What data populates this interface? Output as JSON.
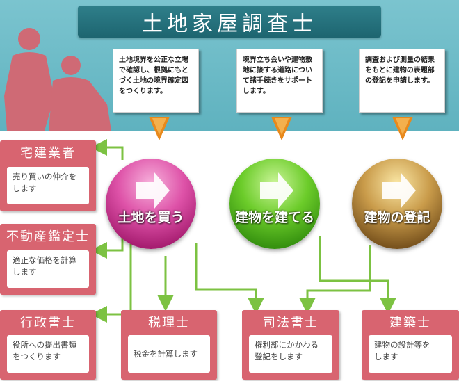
{
  "title": "土地家屋調査士",
  "notes": [
    {
      "lines": [
        "土地境界を公正な立場",
        "で確認し、根拠にもと",
        "づく土地の境界確定図",
        "をつくります。"
      ]
    },
    {
      "lines": [
        "境界立ち会いや建物敷",
        "地に接する道路につい",
        "て諸手続きをサポート",
        "します。"
      ]
    },
    {
      "lines": [
        "調査および測量の結果",
        "をもとに建物の表題部",
        "の登記を申請します。"
      ]
    }
  ],
  "orbs": [
    {
      "label": "土地を買う"
    },
    {
      "label": "建物を建てる"
    },
    {
      "label": "建物の登記"
    }
  ],
  "cards": {
    "takken": {
      "title": "宅建業者",
      "lines": [
        "売り買いの仲介を",
        "します"
      ]
    },
    "fudosan": {
      "title": "不動産鑑定士",
      "lines": [
        "適正な価格を計算",
        "します"
      ]
    },
    "gyosei": {
      "title": "行政書士",
      "lines": [
        "役所への提出書類",
        "をつくります"
      ]
    },
    "zeiri": {
      "title": "税理士",
      "lines": [
        "税金を計算します"
      ]
    },
    "shiho": {
      "title": "司法書士",
      "lines": [
        "権利部にかかわる",
        "登記をします"
      ]
    },
    "kenchiku": {
      "title": "建築士",
      "lines": [
        "建物の設計等を",
        "します"
      ]
    }
  },
  "colors": {
    "band": "#6dbcc8",
    "title_bar": "#257380",
    "card": "#d86470",
    "connector": "#7cc242",
    "pointer": "#e8891c"
  }
}
